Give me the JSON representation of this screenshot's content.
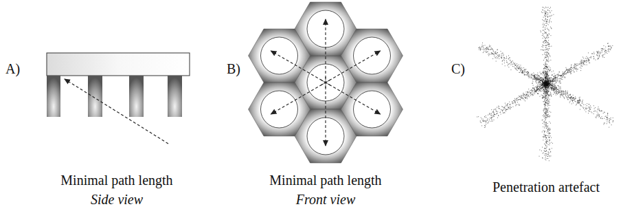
{
  "diagram": {
    "labels": [
      "A)",
      "Minimal path length",
      "Side view",
      "B)",
      "Minimal path length",
      "Front view",
      "C)",
      "Penetration artefact"
    ]
  }
}
